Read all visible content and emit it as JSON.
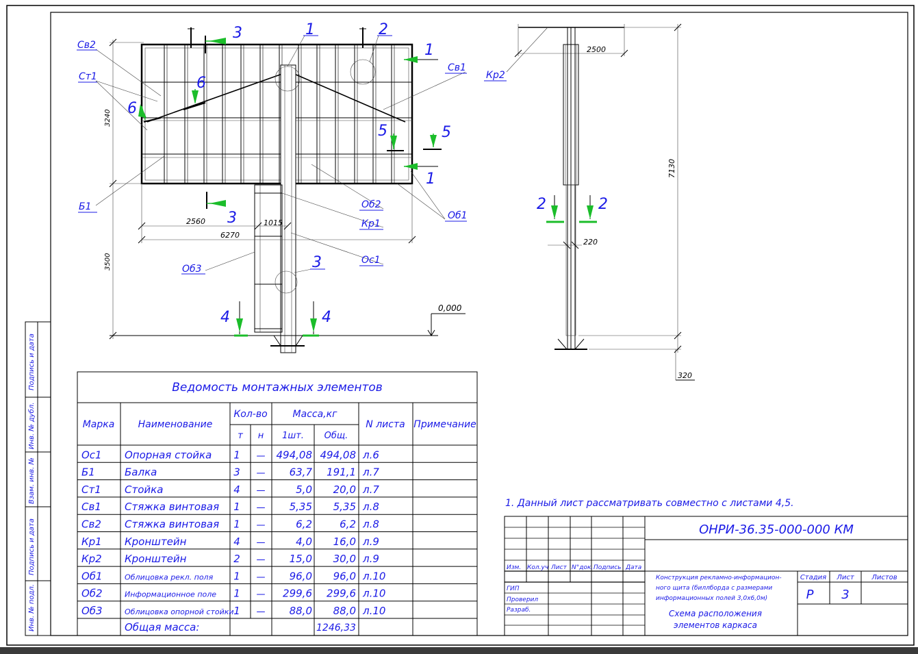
{
  "colors": {
    "accent": "#1a1ae6",
    "marker": "#1bbd2a",
    "line": "#000000",
    "bar": "#3a3a3a"
  },
  "left_strip": [
    "Подпись и дата",
    "Инв. № дубл.",
    "Взам. инв. №",
    "Подпись и дата",
    "Инв. № подл."
  ],
  "front_view": {
    "labels": {
      "sv2": "Св2",
      "st1": "Ст1",
      "b1": "Б1",
      "ob3": "Об3",
      "sv1": "Св1",
      "ob2": "Об2",
      "kr1": "Кр1",
      "os1": "Ос1",
      "ob1": "Об1"
    },
    "callouts": {
      "c1": "1",
      "c2": "2",
      "c3": "3"
    },
    "sections": {
      "s1": "1",
      "s3": "3",
      "s4": "4",
      "s5": "5",
      "s6": "6"
    },
    "dims": {
      "height_top": "3240",
      "height_bottom": "3500",
      "w_2560": "2560",
      "w_1015": "1015",
      "w_6270": "6270"
    },
    "level": "0,000"
  },
  "side_view": {
    "kr2": "Кр2",
    "dims": {
      "w_2500": "2500",
      "h_7130": "7130",
      "w_220": "220",
      "d_320": "320"
    },
    "section2": "2"
  },
  "table": {
    "title": "Ведомость монтажных элементов",
    "headers": {
      "mark": "Марка",
      "name": "Наименование",
      "qty": "Кол-во",
      "t": "т",
      "n": "н",
      "mass": "Масса,кг",
      "one": "1шт.",
      "total": "Общ.",
      "sheet": "N листа",
      "note": "Примечание"
    },
    "rows": [
      {
        "mark": "Ос1",
        "name": "Опорная стойка",
        "t": "1",
        "n": "—",
        "one": "494,08",
        "total": "494,08",
        "sheet": "л.6",
        "small": false
      },
      {
        "mark": "Б1",
        "name": "Балка",
        "t": "3",
        "n": "—",
        "one": "63,7",
        "total": "191,1",
        "sheet": "л.7",
        "small": false
      },
      {
        "mark": "Ст1",
        "name": "Стойка",
        "t": "4",
        "n": "—",
        "one": "5,0",
        "total": "20,0",
        "sheet": "л.7",
        "small": false
      },
      {
        "mark": "Св1",
        "name": "Стяжка винтовая",
        "t": "1",
        "n": "—",
        "one": "5,35",
        "total": "5,35",
        "sheet": "л.8",
        "small": false
      },
      {
        "mark": "Св2",
        "name": "Стяжка винтовая",
        "t": "1",
        "n": "—",
        "one": "6,2",
        "total": "6,2",
        "sheet": "л.8",
        "small": false
      },
      {
        "mark": "Кр1",
        "name": "Кронштейн",
        "t": "4",
        "n": "—",
        "one": "4,0",
        "total": "16,0",
        "sheet": "л.9",
        "small": false
      },
      {
        "mark": "Кр2",
        "name": "Кронштейн",
        "t": "2",
        "n": "—",
        "one": "15,0",
        "total": "30,0",
        "sheet": "л.9",
        "small": false
      },
      {
        "mark": "Об1",
        "name": "Облицовка рекл. поля",
        "t": "1",
        "n": "—",
        "one": "96,0",
        "total": "96,0",
        "sheet": "л.10",
        "small": true
      },
      {
        "mark": "Об2",
        "name": "Информационное поле",
        "t": "1",
        "n": "—",
        "one": "299,6",
        "total": "299,6",
        "sheet": "л.10",
        "small": true
      },
      {
        "mark": "Об3",
        "name": "Облицовка опорной стойки",
        "t": "1",
        "n": "—",
        "one": "88,0",
        "total": "88,0",
        "sheet": "л.10",
        "small": true
      }
    ],
    "total_label": "Общая масса:",
    "total_value": "1246,33"
  },
  "note": "1. Данный лист рассматривать совместно   с листами 4,5.",
  "stamp": {
    "code": "ОНРИ-36.35-000-000 КМ",
    "cols": {
      "izm": "Изм.",
      "koluch": "Кол.уч",
      "list": "Лист",
      "ndok": "N°док.",
      "podpis": "Подпись",
      "data": "Дата"
    },
    "roles": {
      "gip": "ГИП",
      "proveril": "Проверил",
      "razrab": "Разраб."
    },
    "desc1": "Конструкция рекламно-информацион-",
    "desc2": "ного щита (биллборда с размерами",
    "desc3": "информационных полей 3,0х6,0м)",
    "stage_h": "Стадия",
    "sheet_h": "Лист",
    "sheets_h": "Листов",
    "stage": "Р",
    "sheet": "3",
    "title1": "Схема расположения",
    "title2": "элементов каркаса"
  }
}
